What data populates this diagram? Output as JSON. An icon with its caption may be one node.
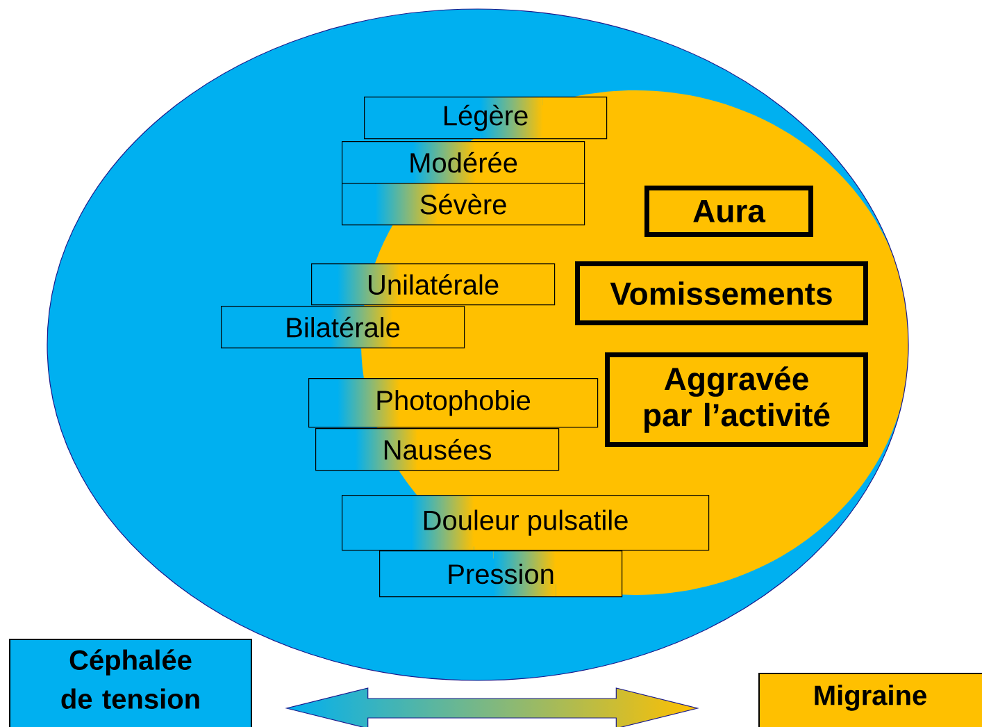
{
  "diagram": {
    "nodes": [
      {
        "text": [
          "Légère"
        ]
      },
      {
        "text": [
          "Modérée"
        ]
      },
      {
        "text": [
          "Sévère"
        ]
      },
      {
        "text": [
          "Aura"
        ]
      },
      {
        "text": [
          "Unilatérale"
        ]
      },
      {
        "text": [
          "Bilatérale"
        ]
      },
      {
        "text": [
          "Vomissements"
        ]
      },
      {
        "text": [
          "Photophobie"
        ]
      },
      {
        "text": [
          "Nausées"
        ]
      },
      {
        "text": [
          "Aggravée par l’activité"
        ]
      },
      {
        "text": [
          "Douleur pulsatile"
        ]
      },
      {
        "text": [
          "Pression"
        ]
      },
      {
        "text": [
          "Céphalée de tension"
        ]
      },
      {
        "text": [
          "Migraine"
        ]
      }
    ],
    "edges": [
      {
        "from": 12,
        "to": 13,
        "arrow": "both"
      }
    ]
  }
}
